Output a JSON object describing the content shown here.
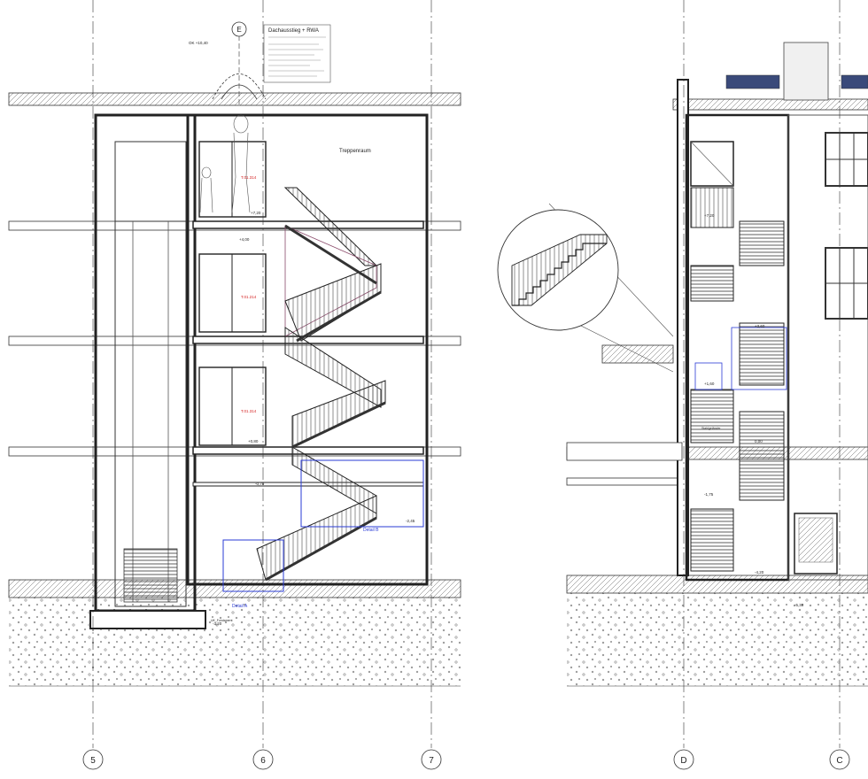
{
  "grid_axes": [
    "5",
    "6",
    "7",
    "D",
    "C"
  ],
  "top_axis": "E",
  "room_label": "Treppenraum",
  "roof_note_title": "Dachausstieg + RWA",
  "levels": {
    "roof": "OK +10,40",
    "floor3": "+7,20",
    "floor2": "+4,00",
    "floor1": "+0,80",
    "ground": "-0,70",
    "basement": "-2,45",
    "right_top": "+7,20",
    "right_mid": "+3,60",
    "right_landing": "+1,60",
    "right_ground": "0,00",
    "right_base": "-1,75",
    "right_low": "-4,20",
    "bottom_left": "-3,20",
    "bottom_right": "-5,30"
  },
  "door_tags": [
    "T.01.314",
    "T.01.214",
    "T.01.314"
  ],
  "detail_a": "Detail A",
  "detail_b": "Detail B",
  "section_labels": {
    "fundament": "UK_Fundament",
    "gelaender": "Stahlgeländer"
  },
  "colors": {
    "line": "#2b2b2b",
    "annotation_blue": "#2a3bd6",
    "door_red": "#d42020",
    "railing": "#8a4a6a"
  }
}
